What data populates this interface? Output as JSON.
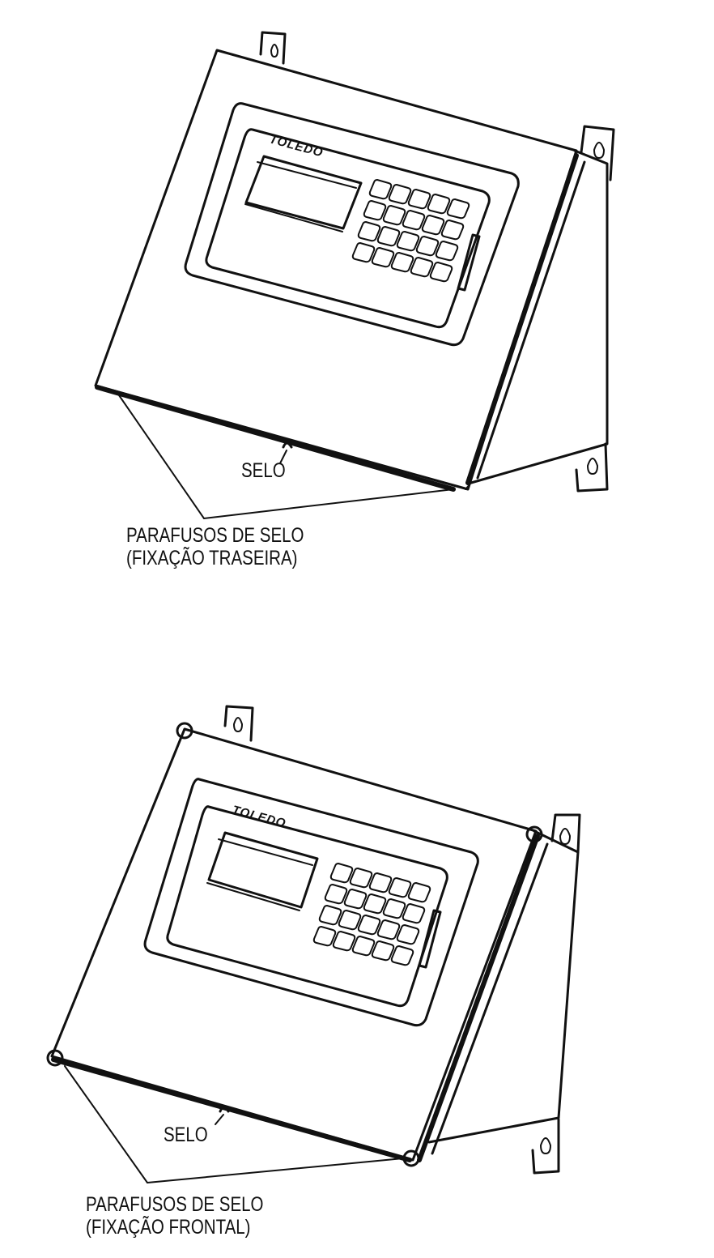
{
  "brand": "TOLEDO",
  "figures": [
    {
      "seal_label": "SELO",
      "screws_label_line1": "PARAFUSOS DE SELO",
      "screws_label_line2": "(FIXAÇÃO TRASEIRA)"
    },
    {
      "seal_label": "SELO",
      "screws_label_line1": "PARAFUSOS DE SELO",
      "screws_label_line2": "(FIXAÇÃO FRONTAL)"
    }
  ]
}
